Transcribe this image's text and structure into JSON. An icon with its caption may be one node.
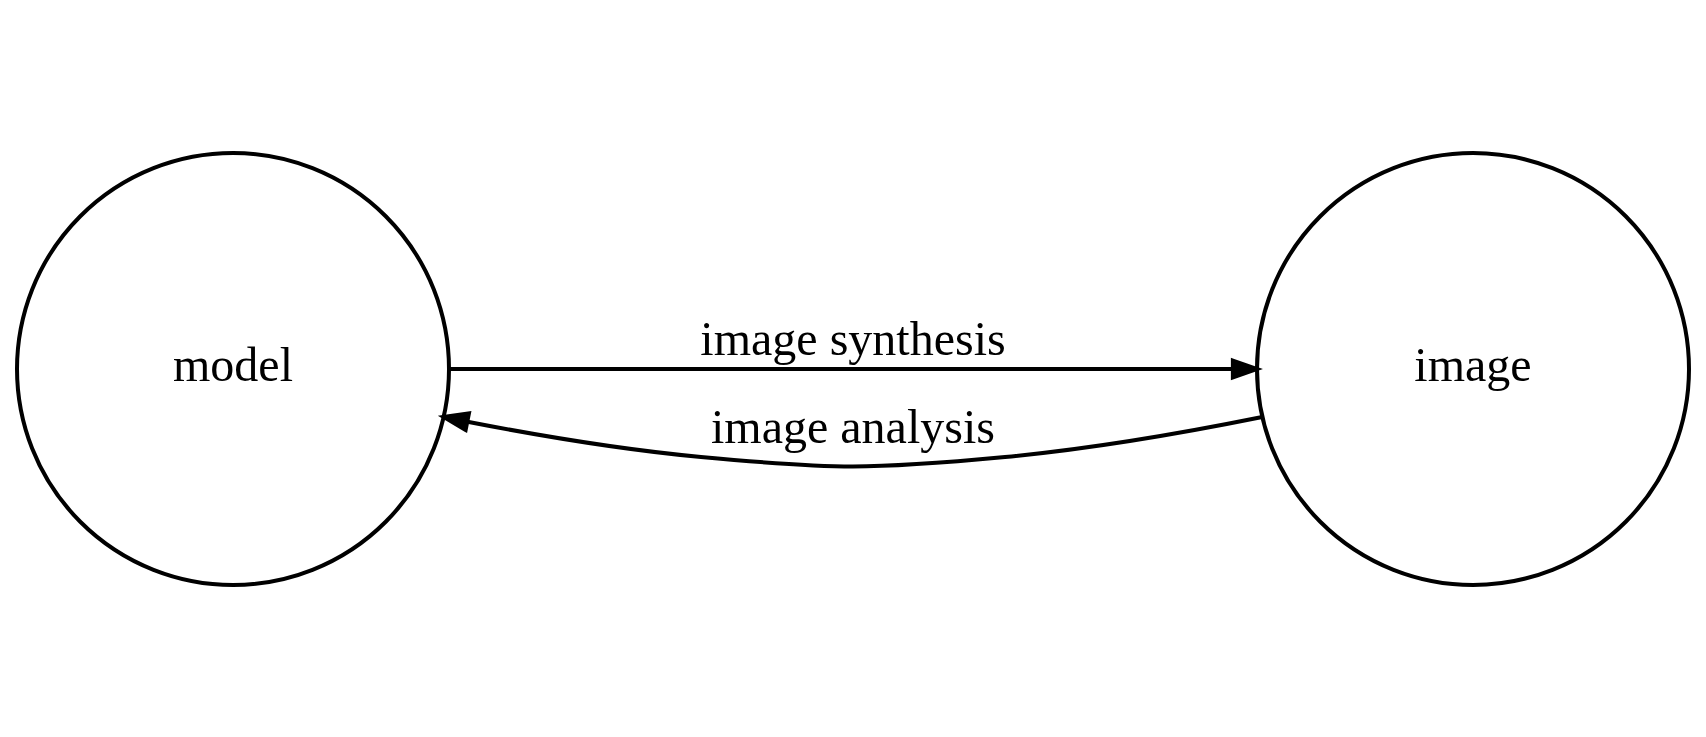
{
  "diagram": {
    "nodes": [
      {
        "text": [
          "model"
        ]
      },
      {
        "text": [
          "image"
        ]
      }
    ],
    "edges": [
      {
        "from": 0,
        "to": 1,
        "arrow": "to",
        "label": "image synthesis"
      },
      {
        "from": 1,
        "to": 0,
        "arrow": "to",
        "label": "image analysis"
      }
    ]
  }
}
